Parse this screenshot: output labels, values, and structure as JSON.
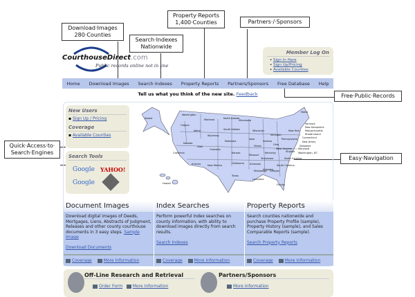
{
  "callouts": {
    "download": "Download·Images\n280·Counties",
    "download1": "Download·Images",
    "download2": "280·Counties",
    "search1": "Search·Indexes",
    "search2": "Nationwide",
    "property1": "Property·Reports",
    "property2": "1,400·Counties",
    "partners": "Partners·/·Sponsors",
    "free": "Free·Public·Records",
    "quick1": "Quick·Access·to·",
    "quick2": "Search·Engines",
    "easy": "Easy·Navigation"
  },
  "logo": {
    "name": "CourthouseDirect",
    "suffix": ".com",
    "tagline": "Public records online not in line"
  },
  "member": {
    "title": "Member Log On",
    "links": [
      "Sign In Here",
      "Sign Up/Pricing",
      "Available Counties"
    ]
  },
  "nav": [
    "Home",
    "Download Images",
    "Search Indexes",
    "Property Reports",
    "Partners/Sponsors",
    "Free Database",
    "Help"
  ],
  "feedback": {
    "text": "Tell us what you think of the new site.",
    "link": "Feedback"
  },
  "left": {
    "new_users": "New Users",
    "signup": "Sign Up / Pricing",
    "coverage": "Coverage",
    "available": "Available Counties",
    "search_tools": "Search Tools",
    "engines": [
      "Google",
      "YAHOO!",
      "Google"
    ]
  },
  "map": {
    "states": [
      "Alaska",
      "Washington",
      "Oregon",
      "Montana",
      "North Dakota",
      "Minnesota",
      "Idaho",
      "South Dakota",
      "Wisconsin",
      "Wyoming",
      "Nebraska",
      "Iowa",
      "Michigan",
      "Nevada",
      "Utah",
      "Colorado",
      "Kansas",
      "Illinois",
      "California",
      "Missouri",
      "Arizona",
      "New Mexico",
      "Oklahoma",
      "Arkansas",
      "Texas",
      "Louisiana",
      "Hawaii",
      "Maine",
      "Vermont",
      "New Hampshire",
      "Massachusetts",
      "Rhode Island",
      "Connecticut",
      "New Jersey",
      "Delaware",
      "Maryland",
      "Washington, DC",
      "Pennsylvania",
      "Ohio",
      "Virginia",
      "North Carolina",
      "South Carolina",
      "Georgia",
      "Florida",
      "Kentucky",
      "Tennessee",
      "Alabama",
      "Mississippi",
      "Indiana",
      "New York",
      "West Virginia"
    ]
  },
  "columns": [
    {
      "title": "Document Images",
      "body": "Download digital images of Deeds, Mortgages, Liens, Abstracts of Judgment, Releases and other county courthouse documents in 3 easy steps.",
      "sample": "Sample Image",
      "link": "Download Documents",
      "coverage": "Coverage",
      "more": "More Information"
    },
    {
      "title": "Index Searches",
      "body": "Perform powerful Index searches on county information, with ability to download images directly from search results.",
      "link": "Search Indexes",
      "coverage": "Coverage",
      "more": "More Information"
    },
    {
      "title": "Property Reports",
      "body": "Search counties nationwide and purchase Property Profile (sample), Property History (sample), and Sales Comparable Reports (sample).",
      "link": "Search Property Reports",
      "coverage": "Coverage",
      "more": "More Information"
    }
  ],
  "bottom": {
    "offline": "Off-Line Research and Retrieval",
    "order": "Order Form",
    "more1": "More Information",
    "partners": "Partners/Sponsors",
    "more2": "More Information"
  }
}
